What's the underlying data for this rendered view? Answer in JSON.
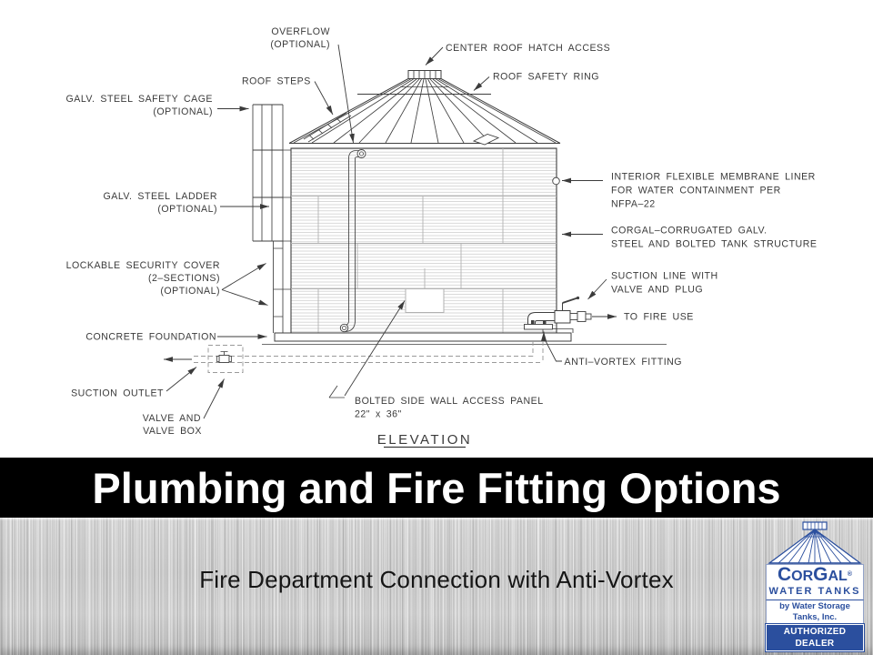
{
  "slide": {
    "banner": {
      "title": "Plumbing and Fire Fitting Options",
      "bg_color": "#000000",
      "text_color": "#ffffff"
    },
    "footer": {
      "subtitle": "Fire Department Connection with Anti-Vortex"
    }
  },
  "drawing": {
    "view_title": "ELEVATION",
    "labels": {
      "overflow": [
        "OVERFLOW",
        "(OPTIONAL)"
      ],
      "center_roof_hatch": [
        "CENTER ROOF HATCH ACCESS"
      ],
      "roof_safety_ring": [
        "ROOF SAFETY RING"
      ],
      "roof_steps": [
        "ROOF STEPS"
      ],
      "safety_cage": [
        "GALV. STEEL SAFETY CAGE",
        "(OPTIONAL)"
      ],
      "ladder": [
        "GALV. STEEL LADDER",
        "(OPTIONAL)"
      ],
      "membrane_liner": [
        "INTERIOR FLEXIBLE MEMBRANE LINER",
        "FOR WATER CONTAINMENT PER",
        "NFPA–22"
      ],
      "tank_structure": [
        "CORGAL–CORRUGATED GALV.",
        "STEEL AND BOLTED TANK STRUCTURE"
      ],
      "security_cover": [
        "LOCKABLE SECURITY COVER",
        "(2–SECTIONS)",
        "(OPTIONAL)"
      ],
      "suction_line": [
        "SUCTION LINE WITH",
        "VALVE AND PLUG"
      ],
      "to_fire_use": [
        "TO FIRE USE"
      ],
      "concrete_foundation": [
        "CONCRETE FOUNDATION"
      ],
      "anti_vortex": [
        "ANTI–VORTEX FITTING"
      ],
      "suction_outlet": [
        "SUCTION OUTLET"
      ],
      "valve_and_box": [
        "VALVE AND",
        "VALVE BOX"
      ],
      "access_panel": [
        "BOLTED SIDE WALL ACCESS PANEL",
        "22\" x 36\""
      ]
    }
  },
  "logo": {
    "wordmark_parts": [
      "C",
      "OR",
      "G",
      "AL"
    ],
    "registered": "®",
    "tagline": "WATER TANKS",
    "byline": "by Water Storage Tanks, Inc.",
    "badge": "AUTHORIZED DEALER",
    "brand_blue": "#2b4f9e"
  }
}
